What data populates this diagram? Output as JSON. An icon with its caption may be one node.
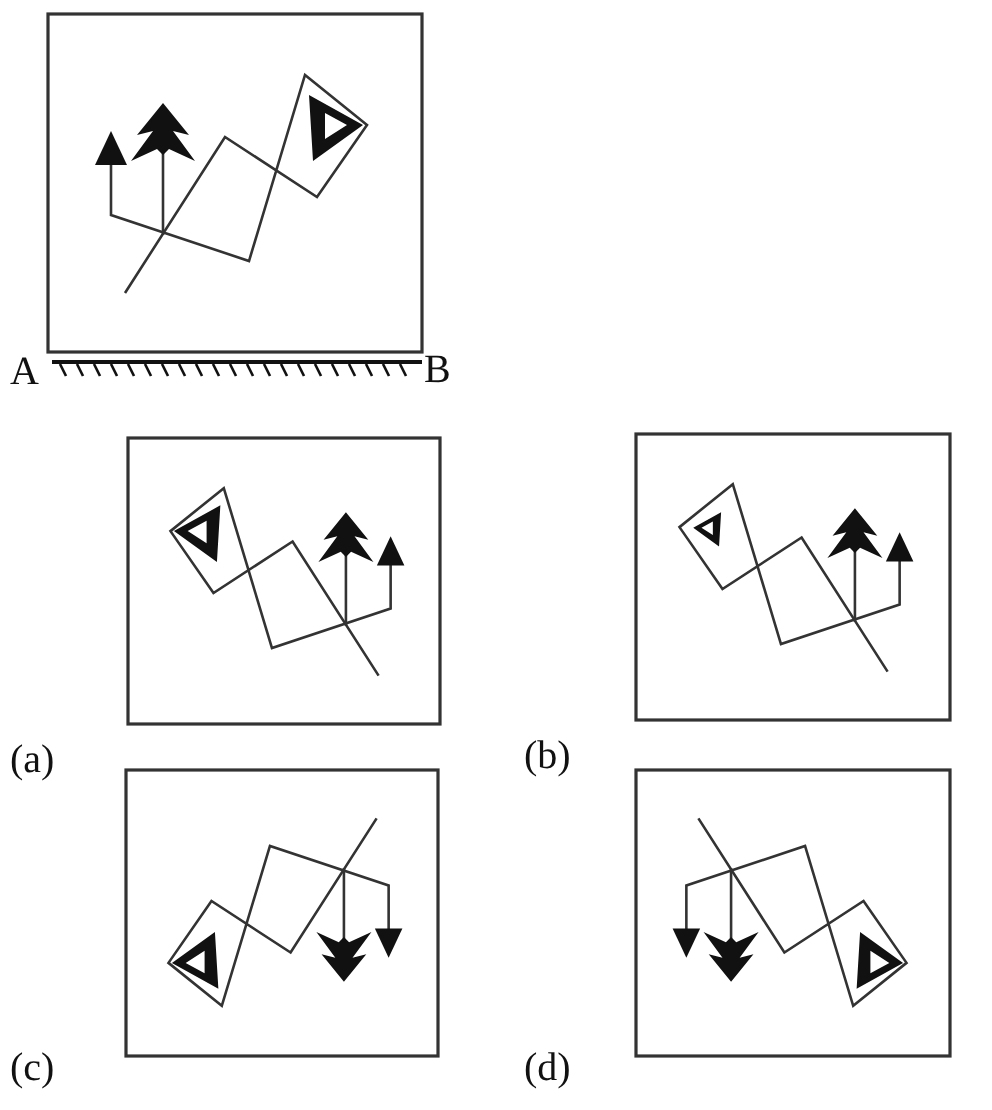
{
  "diagram": {
    "labels": [
      "A",
      "B",
      "(a)",
      "(b)",
      "(c)",
      "(d)"
    ]
  }
}
